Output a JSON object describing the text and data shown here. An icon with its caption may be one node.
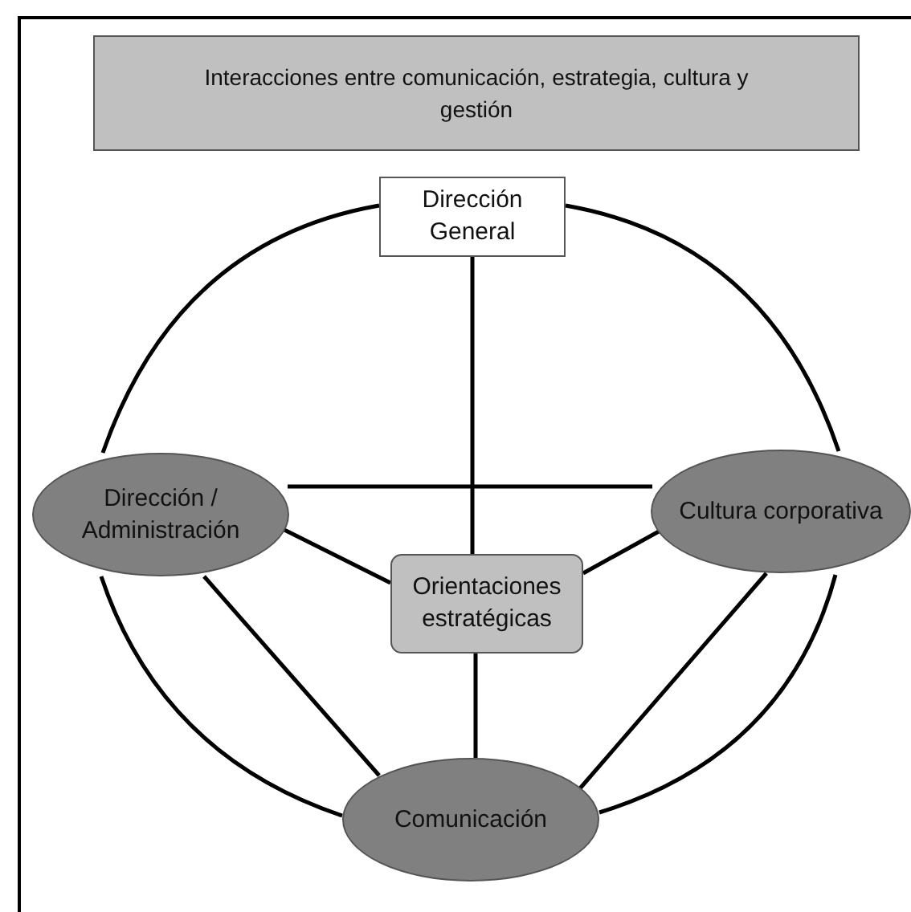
{
  "diagram": {
    "title": "Interacciones entre comunicación, estrategia, cultura y gestión",
    "nodes": [
      {
        "text": [
          "Dirección General"
        ]
      },
      {
        "text": [
          "Dirección / Administración"
        ]
      },
      {
        "text": [
          "Cultura corporativa"
        ]
      },
      {
        "text": [
          "Orientaciones estratégicas"
        ]
      },
      {
        "text": [
          "Comunicación"
        ]
      }
    ],
    "edges": [
      {
        "from": 0,
        "to": 1,
        "arrow": "none"
      },
      {
        "from": 0,
        "to": 2,
        "arrow": "none"
      },
      {
        "from": 0,
        "to": 3,
        "arrow": "none"
      },
      {
        "from": 1,
        "to": 2,
        "arrow": "none"
      },
      {
        "from": 1,
        "to": 3,
        "arrow": "none"
      },
      {
        "from": 2,
        "to": 3,
        "arrow": "none"
      },
      {
        "from": 1,
        "to": 4,
        "arrow": "none"
      },
      {
        "from": 1,
        "to": 4,
        "arrow": "none"
      },
      {
        "from": 2,
        "to": 4,
        "arrow": "none"
      },
      {
        "from": 2,
        "to": 4,
        "arrow": "none"
      },
      {
        "from": 3,
        "to": 4,
        "arrow": "none"
      }
    ]
  }
}
